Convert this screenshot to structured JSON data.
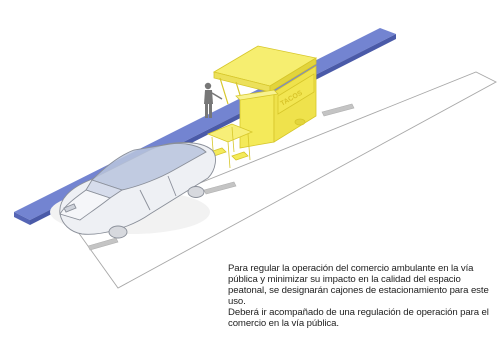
{
  "illustration": {
    "elements": [
      "pedestrian-street-strip",
      "parking-space-outline",
      "food-cart",
      "table",
      "person",
      "car",
      "parking-stops"
    ],
    "colors": {
      "street": "#6f7fcc",
      "street_edge": "#4a5aa8",
      "cart": "#f4ea5a",
      "cart_edge": "#d9c92e",
      "cart_shadow": "#e2d43c",
      "outline": "#a8a8a8",
      "person": "#777777",
      "stop": "#bfbfbf",
      "car_fill": "#eef0f4",
      "car_edge": "#8a8f99"
    },
    "cart_sign": "TACOS"
  },
  "caption": {
    "paragraph_1": "Para regular la operación del comercio ambulante en la vía pública y minimizar su impacto en la calidad del espacio peatonal, se designarán cajones de estacionamiento para este uso.",
    "paragraph_2": "Deberá ir acompañado de una regulación de operación para el comercio en la vía pública."
  }
}
